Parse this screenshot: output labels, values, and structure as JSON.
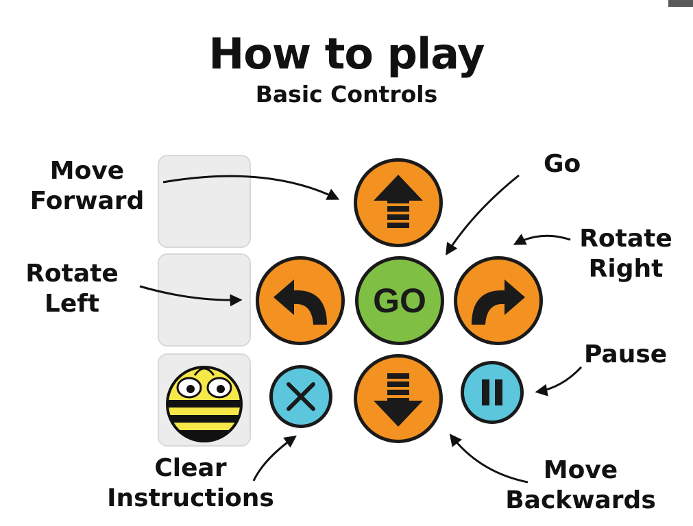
{
  "title": "How to play",
  "subtitle": "Basic Controls",
  "labels": {
    "move_forward": [
      "Move",
      "Forward"
    ],
    "go": "Go",
    "rotate_right": [
      "Rotate",
      "Right"
    ],
    "rotate_left": [
      "Rotate",
      "Left"
    ],
    "pause": "Pause",
    "clear_instructions": [
      "Clear",
      "Instructions"
    ],
    "move_backwards": [
      "Move",
      "Backwards"
    ]
  },
  "buttons": {
    "go_label": "GO"
  },
  "icons": [
    "forward-arrow-icon",
    "rotate-left-icon",
    "rotate-right-icon",
    "backward-arrow-icon",
    "clear-x-icon",
    "pause-icon",
    "bee-robot-icon"
  ],
  "colors": {
    "orange": "#f39220",
    "green": "#7fc044",
    "blue": "#5cc6dd",
    "outline": "#1a1a1a"
  }
}
